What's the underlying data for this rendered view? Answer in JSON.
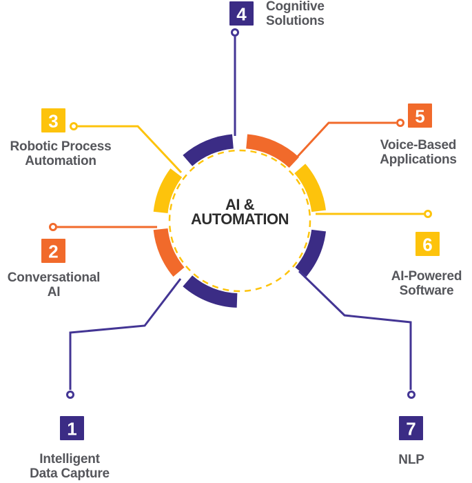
{
  "diagram": {
    "title_line1": "AI &",
    "title_line2": "AUTOMATION"
  },
  "colors": {
    "purple": "#3b2c85",
    "purple_line": "#433594",
    "orange": "#f16a2b",
    "yellow": "#fdc30c",
    "white": "#ffffff",
    "label_text": "#55565b",
    "title_text": "#2d2d2d"
  },
  "items": [
    {
      "number": "1",
      "label_line1": "Intelligent",
      "label_line2": "Data Capture",
      "color": "purple"
    },
    {
      "number": "2",
      "label_line1": "Conversational",
      "label_line2": "AI",
      "color": "orange"
    },
    {
      "number": "3",
      "label_line1": "Robotic Process",
      "label_line2": "Automation",
      "color": "yellow"
    },
    {
      "number": "4",
      "label_line1": "Cognitive",
      "label_line2": "Solutions",
      "color": "purple"
    },
    {
      "number": "5",
      "label_line1": "Voice-Based",
      "label_line2": "Applications",
      "color": "orange"
    },
    {
      "number": "6",
      "label_line1": "AI-Powered",
      "label_line2": "Software",
      "color": "yellow"
    },
    {
      "number": "7",
      "label_line1": "NLP",
      "label_line2": "",
      "color": "purple"
    }
  ]
}
